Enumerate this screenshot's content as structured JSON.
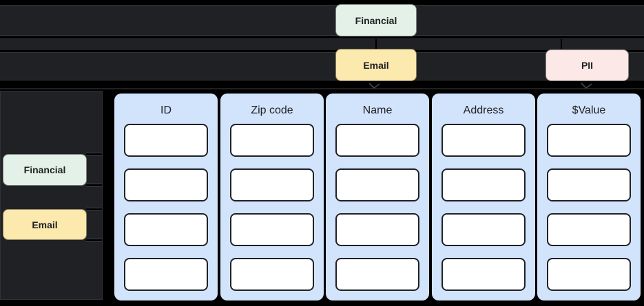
{
  "app": {
    "background_color": "#000000",
    "surface_color": "#202124",
    "surface_border_color": "#35383c"
  },
  "taxonomy_bars": {
    "row1_tag": {
      "label": "Financial",
      "color": "#e3f1e8"
    },
    "row3_tags": [
      {
        "label": "Email",
        "color": "#fce9ae"
      },
      {
        "label": "PII",
        "color": "#fce8e6"
      }
    ]
  },
  "sidebar": {
    "tags": [
      {
        "label": "Financial",
        "color": "#e3f1e8"
      },
      {
        "label": "Email",
        "color": "#fce9ae"
      }
    ]
  },
  "icons": {
    "connector_arrow": "chevron-down-connector"
  },
  "table": {
    "header_color": "#d2e3fc",
    "cell_color": "#ffffff",
    "rows_per_column": 4,
    "columns": [
      {
        "label": "ID"
      },
      {
        "label": "Zip code"
      },
      {
        "label": "Name"
      },
      {
        "label": "Address"
      },
      {
        "label": "$Value"
      }
    ]
  }
}
